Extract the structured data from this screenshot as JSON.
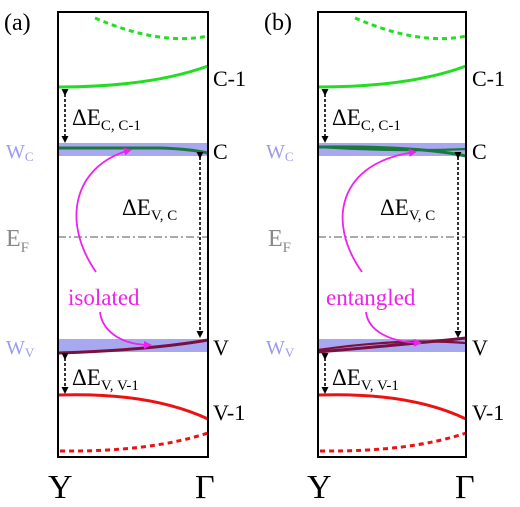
{
  "panels": [
    {
      "tag": "(a)",
      "note": "isolated",
      "labels": {
        "wc": "W",
        "wc_sub": "C",
        "wv": "W",
        "wv_sub": "V",
        "ef": "E",
        "ef_sub": "F",
        "c1": "C-1",
        "c": "C",
        "v": "V",
        "v1": "V-1",
        "y": "Y",
        "gamma": "Γ"
      },
      "gaps": {
        "dc": "ΔE",
        "dc_sub": "C, C-1",
        "dvc": "ΔE",
        "dvc_sub": "V, C",
        "dv": "ΔE",
        "dv_sub": "V, V-1"
      }
    },
    {
      "tag": "(b)",
      "note": "entangled",
      "labels": {
        "wc": "W",
        "wc_sub": "C",
        "wv": "W",
        "wv_sub": "V",
        "ef": "E",
        "ef_sub": "F",
        "c1": "C-1",
        "c": "C",
        "v": "V",
        "v1": "V-1",
        "y": "Y",
        "gamma": "Γ"
      },
      "gaps": {
        "dc": "ΔE",
        "dc_sub": "C, C-1",
        "dvc": "ΔE",
        "dvc_sub": "V, C",
        "dv": "ΔE",
        "dv_sub": "V, V-1"
      }
    }
  ],
  "colors": {
    "band_green": "#22dd22",
    "band_red": "#ee1111",
    "band_dark_green": "#1a7a3a",
    "band_dark_red": "#7a1040",
    "window": "#9999ee",
    "annotation": "#ee22ee",
    "fermi": "#888888",
    "frame": "#000000"
  }
}
